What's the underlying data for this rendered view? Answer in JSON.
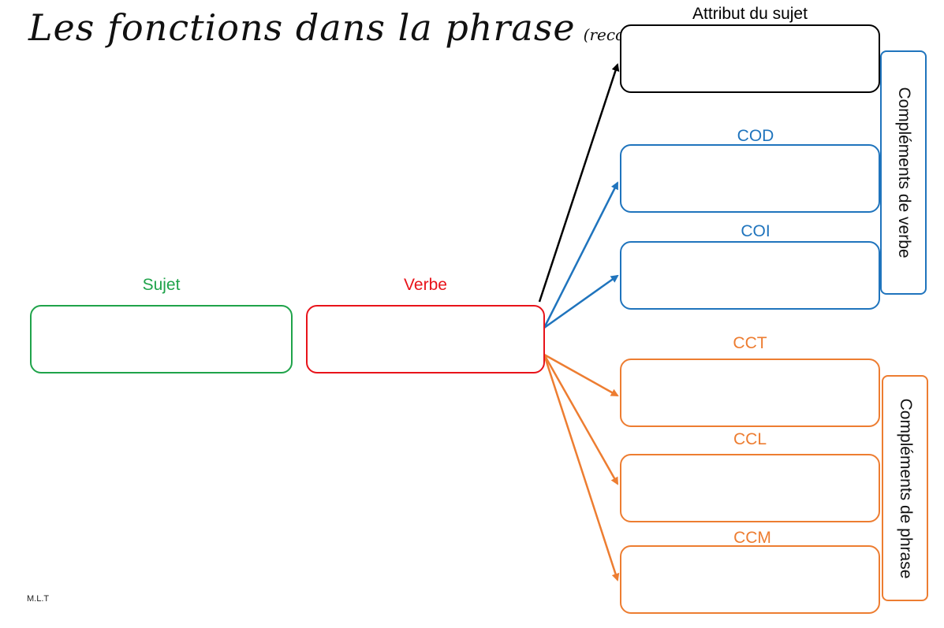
{
  "title": "Les fonctions dans la phrase",
  "subtitle": "(recopie)",
  "credit": "M.L.T",
  "colors": {
    "sujet": "#1fa34a",
    "verbe": "#e8131a",
    "verb_complements": "#1f74bd",
    "phrase_complements": "#ed7d31",
    "attribut": "#000000"
  },
  "nodes": {
    "sujet": "Sujet",
    "verbe": "Verbe",
    "attribut": "Attribut du sujet",
    "cod": "COD",
    "coi": "COI",
    "cct": "CCT",
    "ccl": "CCL",
    "ccm": "CCM"
  },
  "groups": {
    "verb": "Compléments de verbe",
    "phrase": "Compléments de phrase"
  }
}
